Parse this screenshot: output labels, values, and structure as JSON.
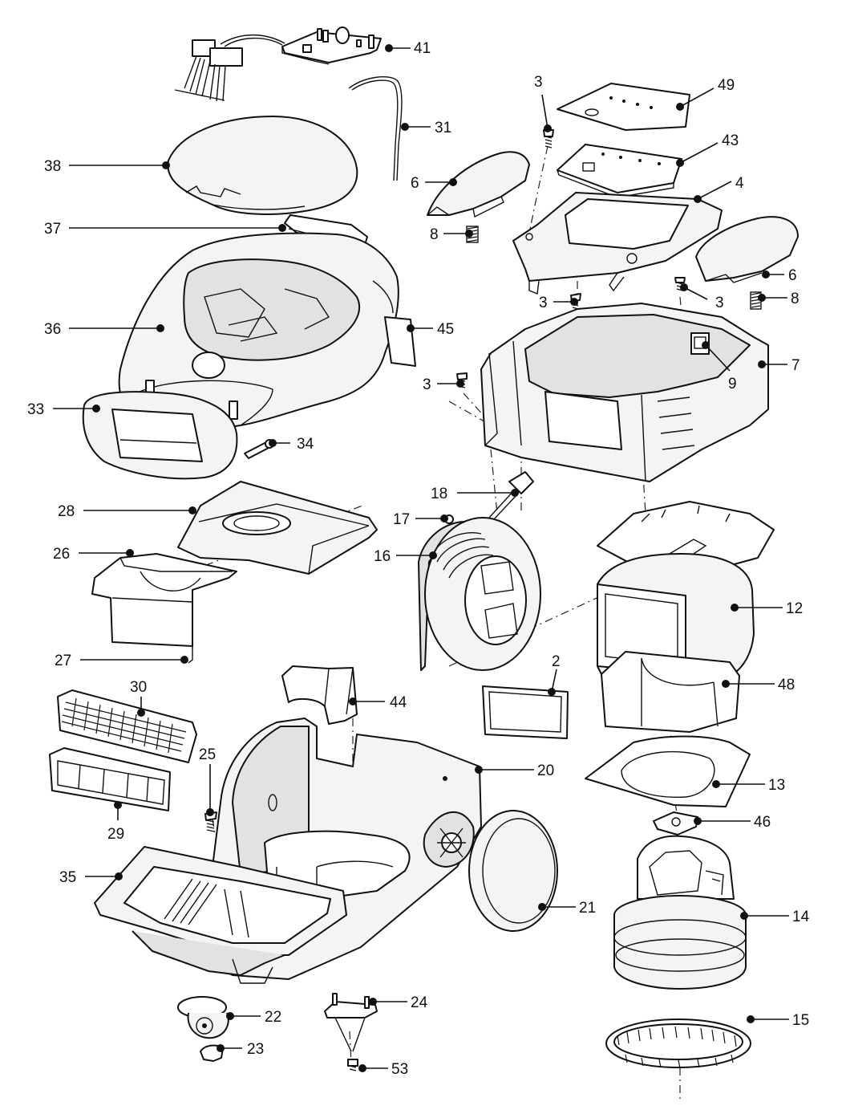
{
  "callouts": [
    {
      "id": "c41",
      "text": "41"
    },
    {
      "id": "c31",
      "text": "31"
    },
    {
      "id": "c38",
      "text": "38"
    },
    {
      "id": "c37",
      "text": "37"
    },
    {
      "id": "c36",
      "text": "36"
    },
    {
      "id": "c45",
      "text": "45"
    },
    {
      "id": "c33",
      "text": "33"
    },
    {
      "id": "c34",
      "text": "34"
    },
    {
      "id": "c3a",
      "text": "3"
    },
    {
      "id": "c49",
      "text": "49"
    },
    {
      "id": "c43",
      "text": "43"
    },
    {
      "id": "c6a",
      "text": "6"
    },
    {
      "id": "c4",
      "text": "4"
    },
    {
      "id": "c8a",
      "text": "8"
    },
    {
      "id": "c3b",
      "text": "3"
    },
    {
      "id": "c3c",
      "text": "3"
    },
    {
      "id": "c6b",
      "text": "6"
    },
    {
      "id": "c8b",
      "text": "8"
    },
    {
      "id": "c9",
      "text": "9"
    },
    {
      "id": "c7",
      "text": "7"
    },
    {
      "id": "c3d",
      "text": "3"
    },
    {
      "id": "c28",
      "text": "28"
    },
    {
      "id": "c18",
      "text": "18"
    },
    {
      "id": "c17",
      "text": "17"
    },
    {
      "id": "c26",
      "text": "26"
    },
    {
      "id": "c16",
      "text": "16"
    },
    {
      "id": "c12",
      "text": "12"
    },
    {
      "id": "c27",
      "text": "27"
    },
    {
      "id": "c2",
      "text": "2"
    },
    {
      "id": "c30",
      "text": "30"
    },
    {
      "id": "c44",
      "text": "44"
    },
    {
      "id": "c48",
      "text": "48"
    },
    {
      "id": "c25",
      "text": "25"
    },
    {
      "id": "c20",
      "text": "20"
    },
    {
      "id": "c13",
      "text": "13"
    },
    {
      "id": "c29",
      "text": "29"
    },
    {
      "id": "c46",
      "text": "46"
    },
    {
      "id": "c35",
      "text": "35"
    },
    {
      "id": "c21",
      "text": "21"
    },
    {
      "id": "c14",
      "text": "14"
    },
    {
      "id": "c22",
      "text": "22"
    },
    {
      "id": "c24",
      "text": "24"
    },
    {
      "id": "c15",
      "text": "15"
    },
    {
      "id": "c23",
      "text": "23"
    },
    {
      "id": "c53",
      "text": "53"
    }
  ]
}
